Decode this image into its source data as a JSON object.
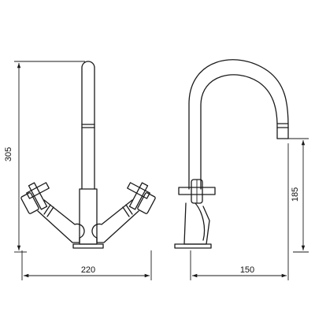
{
  "dimensions": {
    "front_height": "305",
    "front_width": "220",
    "side_height": "185",
    "side_width": "150"
  },
  "colors": {
    "line": "#1a1a1a",
    "background": "#ffffff"
  }
}
